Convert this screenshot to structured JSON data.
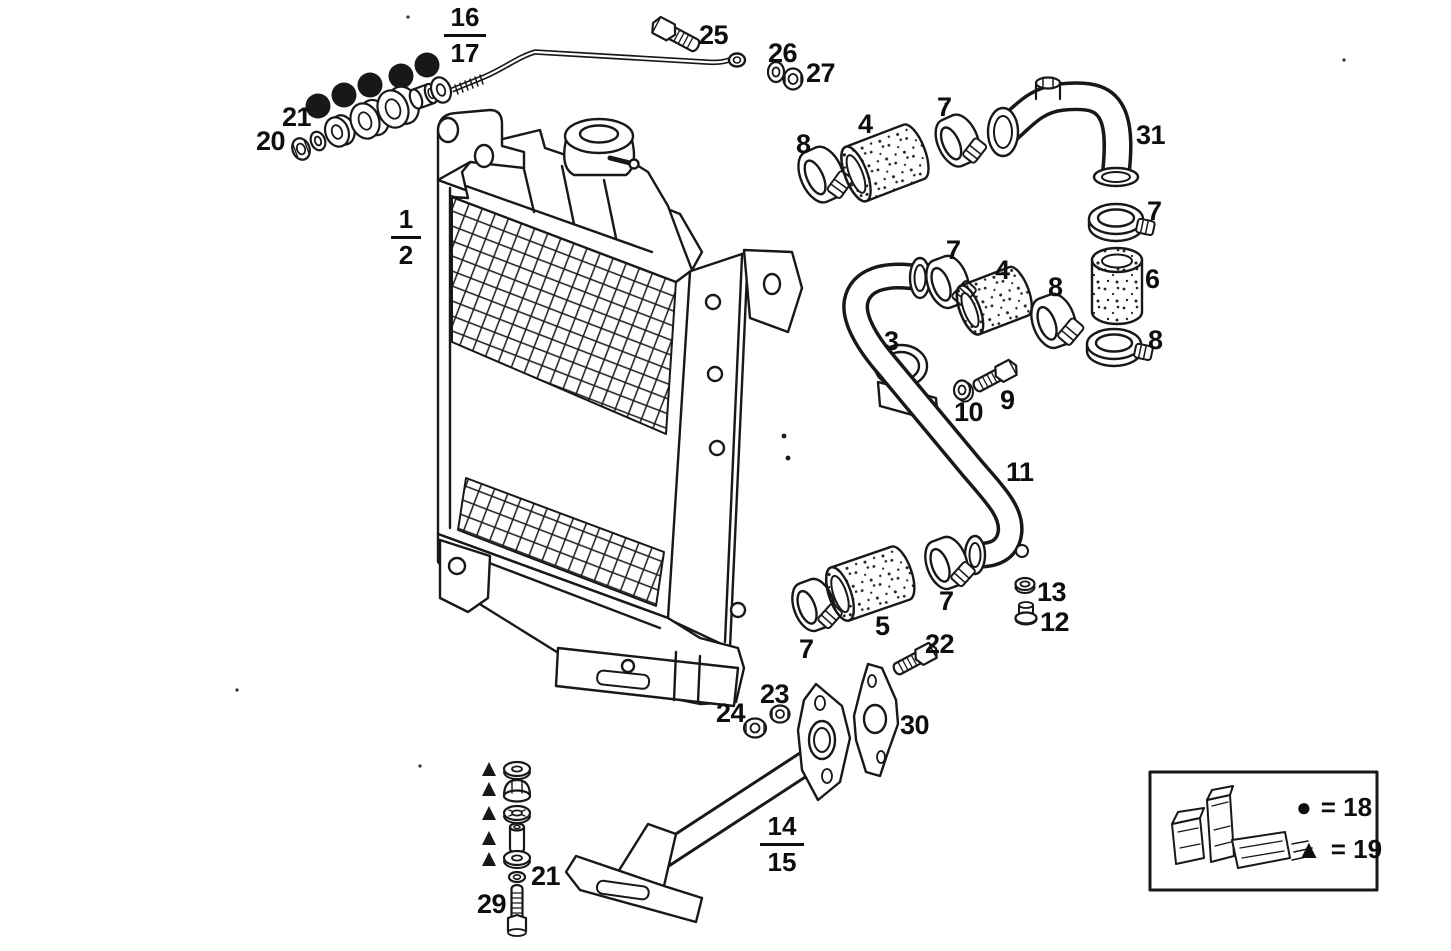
{
  "colors": {
    "ink": "#181818",
    "paper": "#fffffe"
  },
  "labels": {
    "p3": "3",
    "p4a": "4",
    "p4b": "4",
    "p5": "5",
    "p6": "6",
    "p7a": "7",
    "p7b": "7",
    "p7c": "7",
    "p7d": "7",
    "p7e": "7",
    "p8a": "8",
    "p8b": "8",
    "p8c": "8",
    "p9": "9",
    "p10": "10",
    "p11": "11",
    "p12": "12",
    "p13": "13",
    "p20": "20",
    "p21a": "21",
    "p21b": "21",
    "p22": "22",
    "p23": "23",
    "p24": "24",
    "p25": "25",
    "p26": "26",
    "p27": "27",
    "p29": "29",
    "p30": "30",
    "p31": "31"
  },
  "fractions": {
    "f1_2": {
      "num": "1",
      "den": "2"
    },
    "f16_17": {
      "num": "16",
      "den": "17"
    },
    "f14_15": {
      "num": "14",
      "den": "15"
    }
  },
  "legend": {
    "entries": [
      {
        "symbol": "●",
        "label": "= 18"
      },
      {
        "symbol": "▲",
        "label": "= 19"
      }
    ]
  }
}
